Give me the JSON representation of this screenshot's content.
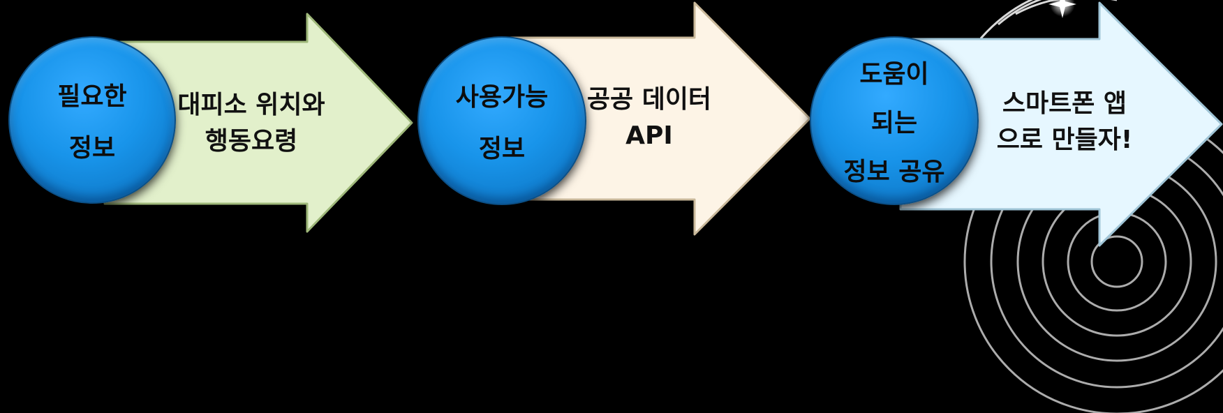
{
  "steps": [
    {
      "circle_lines": [
        "필요한",
        "정보"
      ],
      "arrow_lines": [
        "대피소 위치와",
        "행동요령"
      ],
      "arrow_color": "#e2f0cb",
      "arrow_edge": "#9fb87a"
    },
    {
      "circle_lines": [
        "사용가능",
        "정보"
      ],
      "arrow_lines": [
        "공공 데이터",
        "API"
      ],
      "arrow_color": "#fdf4e6",
      "arrow_edge": "#c9b89a"
    },
    {
      "circle_lines": [
        "도움이",
        "되는",
        "정보 공유"
      ],
      "arrow_lines": [
        "스마트폰 앱",
        "으로 만들자!"
      ],
      "arrow_color": "#e6f7ff",
      "arrow_edge": "#9fc4d6"
    }
  ],
  "colors": {
    "background": "#000000",
    "circle_fill": "#1894ea",
    "decor_ring": "#bfbfbf"
  }
}
